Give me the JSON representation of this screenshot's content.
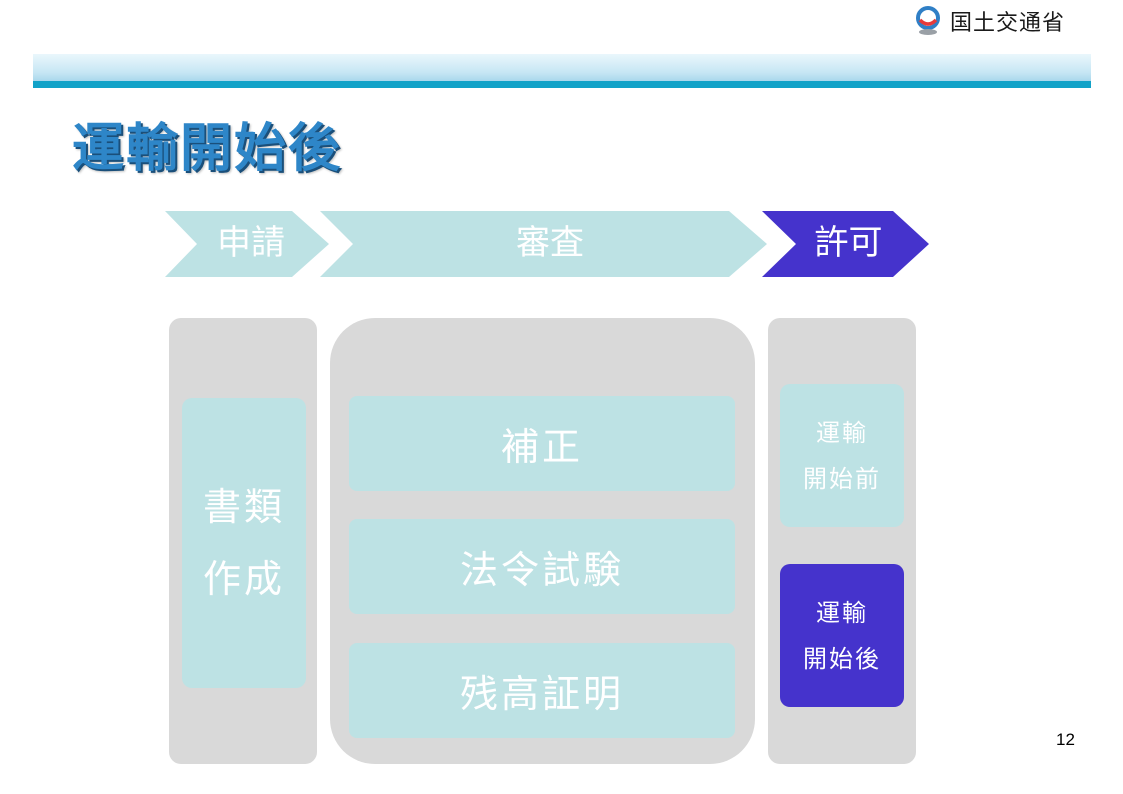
{
  "header": {
    "logo_text": "国土交通省",
    "logo_icon": "mlit-logo-icon"
  },
  "slide": {
    "title": "運輸開始後",
    "page_number": "12"
  },
  "process": {
    "stages": [
      {
        "label": "申請",
        "active": false
      },
      {
        "label": "審査",
        "active": false
      },
      {
        "label": "許可",
        "active": true
      }
    ]
  },
  "columns": {
    "application": {
      "items": [
        {
          "lines": [
            "書類",
            "作成"
          ]
        }
      ]
    },
    "review": {
      "items": [
        {
          "label": "補正"
        },
        {
          "label": "法令試験"
        },
        {
          "label": "残高証明"
        }
      ]
    },
    "permit": {
      "items": [
        {
          "lines": [
            "運輸",
            "開始前"
          ],
          "active": false
        },
        {
          "lines": [
            "運輸",
            "開始後"
          ],
          "active": true
        }
      ]
    }
  },
  "colors": {
    "accent_blue": "#2e86c8",
    "inactive_fill": "#bde2e4",
    "active_fill": "#4533cc",
    "column_bg": "#d9d9d9",
    "band_line": "#11a2c8"
  }
}
